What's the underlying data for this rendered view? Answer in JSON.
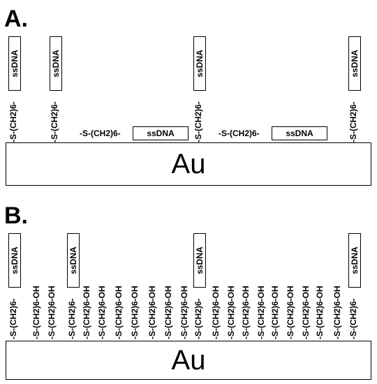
{
  "panel_a": {
    "label": "A.",
    "surface": "Au",
    "linker": "-S-(CH2)6-",
    "dna": "ssDNA"
  },
  "panel_b": {
    "label": "B.",
    "surface": "Au",
    "linker": "-S-(CH2)6-",
    "spacer": "-S-(CH2)6-OH",
    "dna": "ssDNA"
  }
}
